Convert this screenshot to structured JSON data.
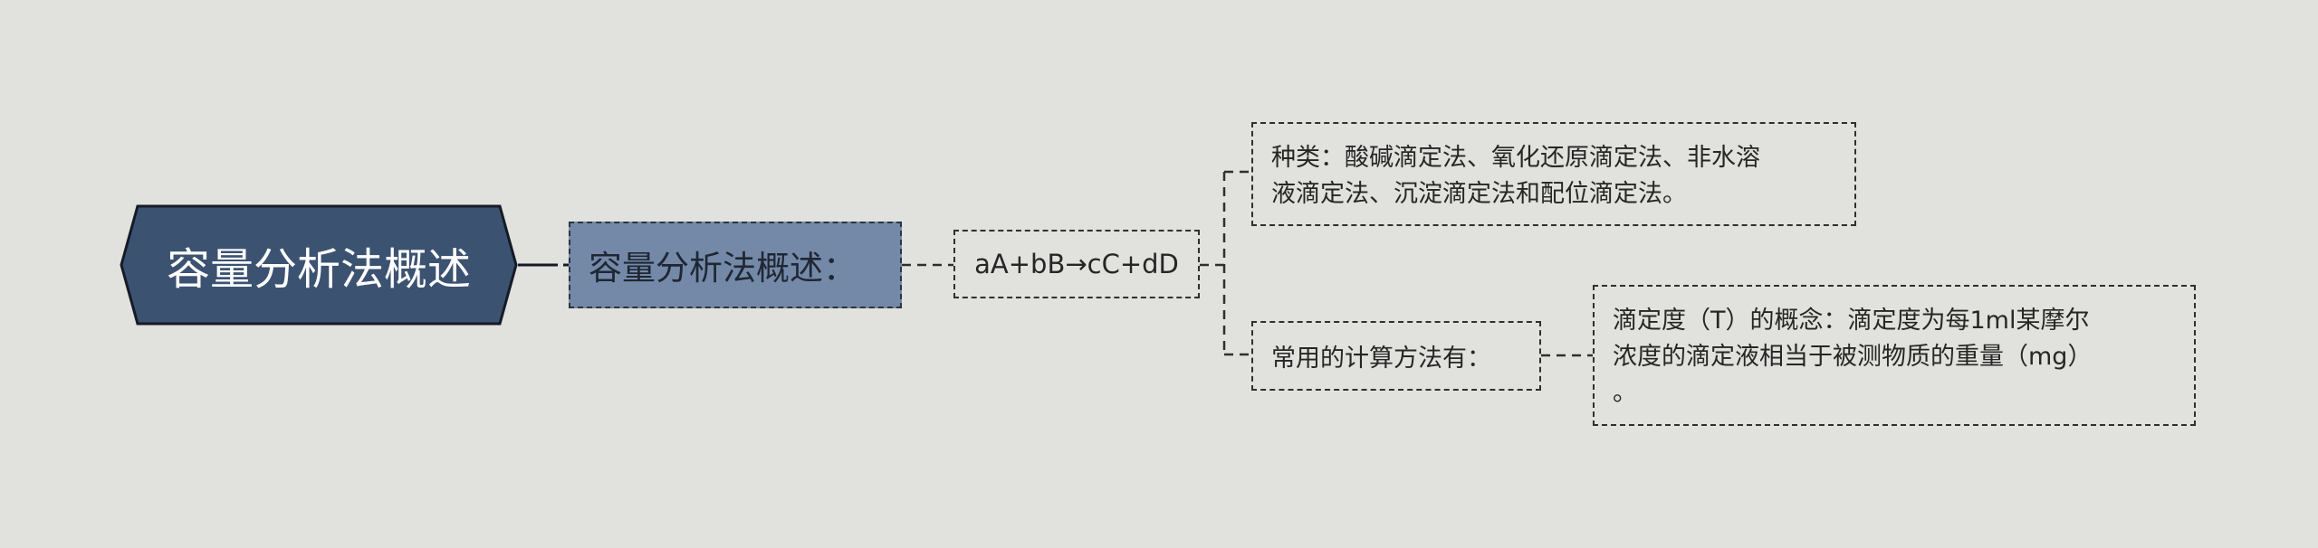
{
  "mindmap": {
    "root": {
      "label": "容量分析法概述",
      "fill_color": "#3c5271",
      "border_color": "#151b26"
    },
    "main_topic": {
      "label": "容量分析法概述：",
      "fill_color": "#7489a8"
    },
    "equation": {
      "label": "aA+bB→cC+dD"
    },
    "kinds": {
      "lines": [
        "种类：酸碱滴定法、氧化还原滴定法、非水溶",
        "液滴定法、沉淀滴定法和配位滴定法。"
      ]
    },
    "calculation": {
      "label": "常用的计算方法有："
    },
    "titre_definition": {
      "lines": [
        "滴定度（T）的概念：滴定度为每1ml某摩尔",
        "浓度的滴定液相当于被测物质的重量（mg）",
        "。"
      ]
    },
    "background_color": "#e1e1dd"
  }
}
